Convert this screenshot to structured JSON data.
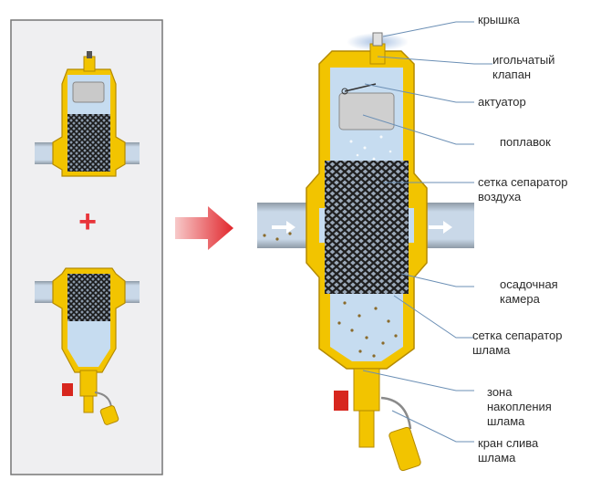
{
  "callouts": [
    {
      "id": "cover",
      "text": "крышка"
    },
    {
      "id": "needle-valve",
      "text": "игольчатый\nклапан"
    },
    {
      "id": "actuator",
      "text": "актуатор"
    },
    {
      "id": "float",
      "text": "поплавок"
    },
    {
      "id": "air-separator-mesh",
      "text": "сетка сепаратор\nвоздуха"
    },
    {
      "id": "settling-chamber",
      "text": "осадочная\nкамера"
    },
    {
      "id": "sludge-separator-mesh",
      "text": "сетка сепаратор\nшлама"
    },
    {
      "id": "sludge-zone",
      "text": "зона\nнакопления\nшлама"
    },
    {
      "id": "drain-valve",
      "text": "кран слива\nшлама"
    }
  ],
  "combine_symbol": "+",
  "colors": {
    "brass": "#f2c400",
    "brass_dark": "#b48a00",
    "water": "#c6dcf0",
    "mesh": "#2a2a2a",
    "arrow": "#e8343a",
    "leader": "#6b8fb5",
    "panel_bg": "#efeff1"
  }
}
